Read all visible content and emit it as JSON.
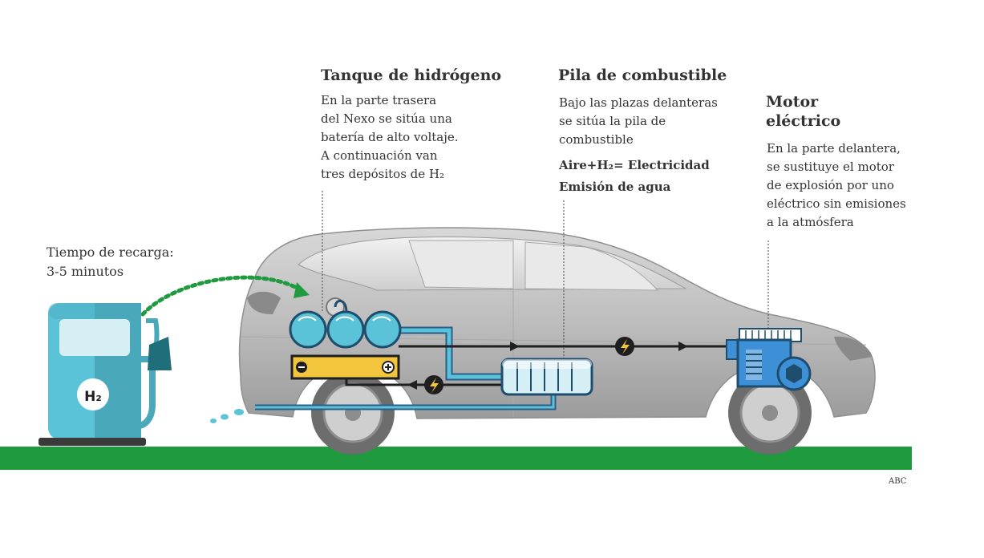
{
  "hydrogen_tank": {
    "title": "Tanque de hidrógeno",
    "text": "En la parte trasera\ndel Nexo se sitúa una\nbatería de alto voltaje.\nA continuación van\ntres depósitos de H₂"
  },
  "fuel_cell": {
    "title": "Pila de combustible",
    "text": "Bajo las plazas delanteras\nse sitúa la pila de\ncombustible",
    "formula": "Aire+H₂= Electricidad",
    "emission": "Emisión de agua"
  },
  "motor": {
    "title": "Motor\neléctrico",
    "text": "En la parte delantera,\nse sustituye el motor\nde explosión por uno\neléctrico sin emisiones\na la atmósfera"
  },
  "recharge": {
    "label": "Tiempo de recarga:",
    "value": "3-5 minutos"
  },
  "station_label": "H₂",
  "credit": "ABC",
  "colors": {
    "ground": "#1f9a3e",
    "tank": "#5bc3d8",
    "battery": "#f2c53d",
    "pipe": "#2c5c8a",
    "station": "#4aa8bb",
    "motor": "#3d8fd6",
    "arrow": "#1f9a3e"
  }
}
